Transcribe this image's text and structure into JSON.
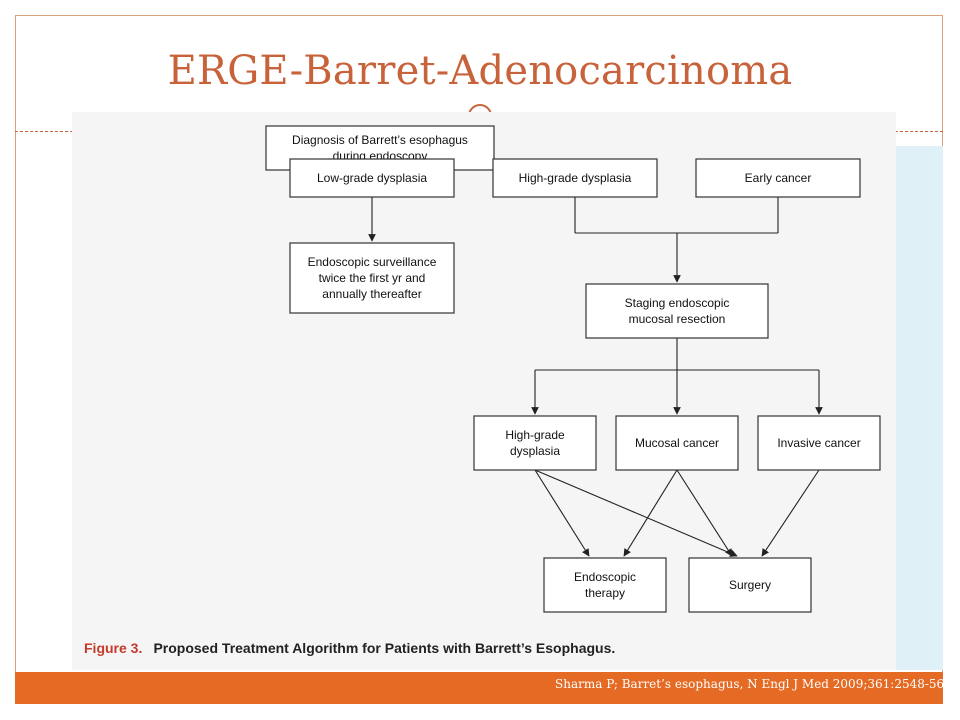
{
  "slide": {
    "title": "ERGE-Barret-Adenocarcinoma",
    "citation": "Sharma P; Barret’s esophagus, N Engl J Med 2009;361:2548-56.",
    "colors": {
      "title": "#c8623a",
      "bar": "#e56a24",
      "panel": "#dff1f6"
    }
  },
  "figure": {
    "caption_number": "Figure 3.",
    "caption_text": "Proposed Treatment Algorithm for Patients with Barrett’s Esophagus.",
    "nodes": {
      "root": [
        "Diagnosis of Barrett’s esophagus",
        "during endoscopy"
      ],
      "lgd": [
        "Low-grade dysplasia"
      ],
      "hgd": [
        "High-grade dysplasia"
      ],
      "early": [
        "Early cancer"
      ],
      "surv": [
        "Endoscopic surveillance",
        "twice the first yr and",
        "annually thereafter"
      ],
      "emr": [
        "Staging endoscopic",
        "mucosal resection"
      ],
      "hgd2": [
        "High-grade",
        "dysplasia"
      ],
      "mucosal": [
        "Mucosal cancer"
      ],
      "invasive": [
        "Invasive cancer"
      ],
      "endo": [
        "Endoscopic",
        "therapy"
      ],
      "surgery": [
        "Surgery"
      ]
    }
  }
}
